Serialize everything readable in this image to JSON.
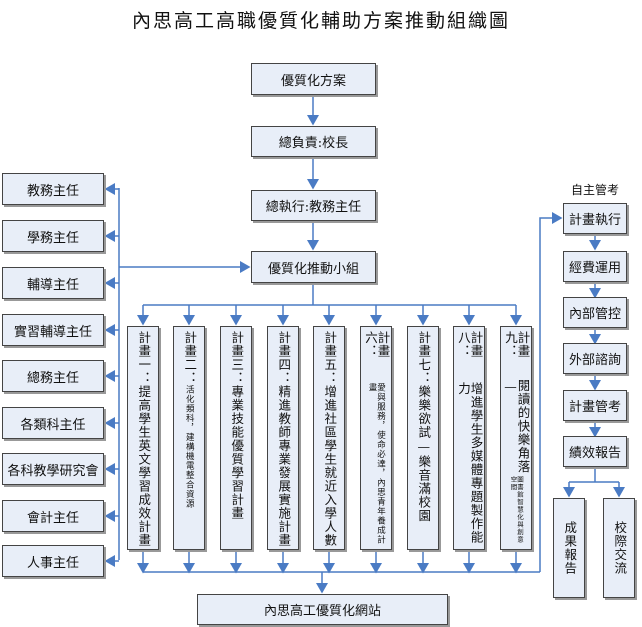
{
  "title": "內思高工高職優質化輔助方案推動組織圖",
  "top_chain": [
    "優質化方案",
    "總負責:校長",
    "總執行:教務主任",
    "優質化推動小組"
  ],
  "left_units": [
    "教務主任",
    "學務主任",
    "輔導主任",
    "實習輔導主任",
    "總務主任",
    "各類科主任",
    "各科教學研究會",
    "會計主任",
    "人事主任"
  ],
  "plans": [
    {
      "head": "計畫一：",
      "body": "提高學生英文學習成效計畫"
    },
    {
      "head": "計畫二：",
      "body": "活化類科，建構機電整合資源"
    },
    {
      "head": "計畫三：",
      "body": "專業技能優質學習計畫"
    },
    {
      "head": "計畫四：",
      "body": "精進教師專業發展實施計畫"
    },
    {
      "head": "計畫五：",
      "body": "增進社區學生就近入學人數"
    },
    {
      "head": "計畫六：",
      "body": "愛與服務，使命必達，內思青年養成計畫"
    },
    {
      "head": "計畫七：",
      "body": "樂樂欲試—樂音滿校園"
    },
    {
      "head": "計畫八：",
      "body": "增進學生多媒體專題製作能力"
    },
    {
      "head": "計畫九：",
      "body": "閱讀的快樂角落—",
      "sub": "圖書館智慧化與創意空間"
    }
  ],
  "website": "內思高工優質化網站",
  "self_review": {
    "label": "自主管考",
    "steps": [
      "計畫執行",
      "經費運用",
      "內部管控",
      "外部諮詢",
      "計畫管考",
      "績效報告"
    ],
    "outputs": [
      "成果報告",
      "校際交流"
    ]
  },
  "colors": {
    "arrow": "#4a7bc4",
    "box_fill": "#e8eef8",
    "box_border": "#444444"
  }
}
